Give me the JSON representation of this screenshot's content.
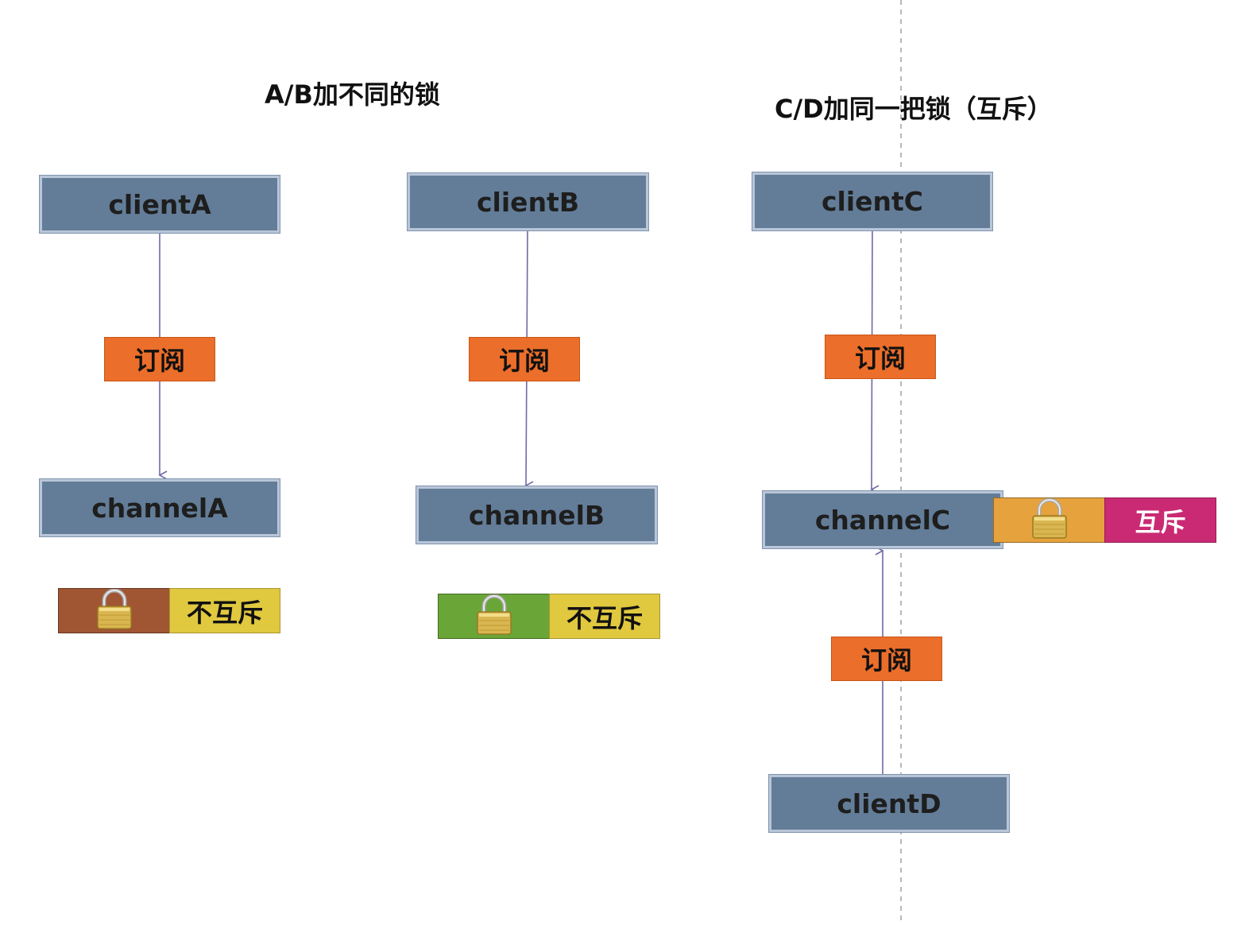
{
  "titles": {
    "left": "A/B加不同的锁",
    "right": "C/D加同一把锁（互斥）"
  },
  "nodes": {
    "clientA": "clientA",
    "clientB": "clientB",
    "clientC": "clientC",
    "clientD": "clientD",
    "channelA": "channelA",
    "channelB": "channelB",
    "channelC": "channelC"
  },
  "edge_labels": {
    "a": "订阅",
    "b": "订阅",
    "c": "订阅",
    "d": "订阅"
  },
  "locks": {
    "a": {
      "status": "不互斥",
      "lock_color": "#a05533",
      "label_color": "#e0c83f",
      "icon": "padlock-icon"
    },
    "b": {
      "status": "不互斥",
      "lock_color": "#6aa538",
      "label_color": "#e0c83f",
      "icon": "padlock-icon"
    },
    "c": {
      "status": "互斥",
      "lock_color": "#e6a23c",
      "label_color": "#c92a73",
      "icon": "padlock-icon"
    }
  },
  "colors": {
    "node_fill": "#637d98",
    "tag_fill": "#eb6e2a",
    "arrow": "#6e6aa6"
  }
}
